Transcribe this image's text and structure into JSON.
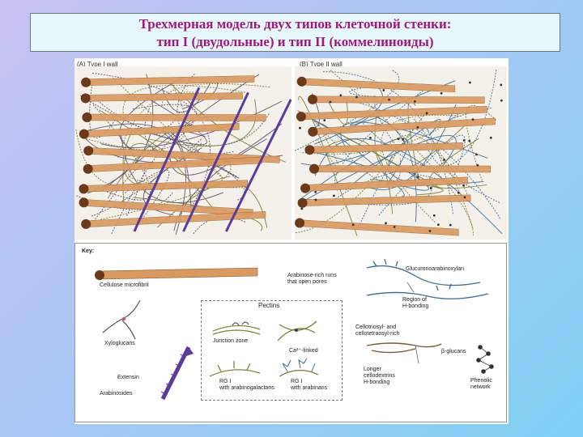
{
  "title": {
    "line1": "Трехмерная модель двух типов клеточной стенки:",
    "line2": "тип I (двудольные) и тип II (коммелиноиды)"
  },
  "panels": {
    "a_label": "(A) Type I wall",
    "b_label": "(B) Type II wall"
  },
  "key": {
    "heading": "Key:",
    "cellulose": "Cellulose microfibril",
    "xyloglucans": "Xyloglucans",
    "extensin": "Extensin",
    "arabinosides": "Arabinosides",
    "pectins": "Pectins",
    "junction_zone": "Junction zone",
    "ca_linked": "Ca²⁺-linked",
    "rg1_galactans": "RG I\nwith arabinogalactans",
    "rg1_arabinans": "RG I\nwith arabinans",
    "glucuronoarabinoxylan": "Glucuronoarabinoxylan",
    "arabinose_rich": "Arabinose-rich runs\nthat open pores",
    "h_bonding_region": "Region of\nH-bonding",
    "cellotriosyl": "Cellotriosyl- and\ncellotetraosyl-rich",
    "beta_glucans": "β-glucans",
    "longer_cellodextrins": "Longer\ncellodextrins\nH-bonding",
    "phenolic_network": "Phenolic\nnetwork"
  },
  "colors": {
    "title_text": "#a0197b",
    "cellulose": "#d99a62",
    "cellulose_end": "#6b3a1c",
    "xyloglucan": "#5a4f66",
    "pectin": "#7a7a32",
    "extensin": "#5b3d98",
    "gax": "#3d6a92"
  }
}
